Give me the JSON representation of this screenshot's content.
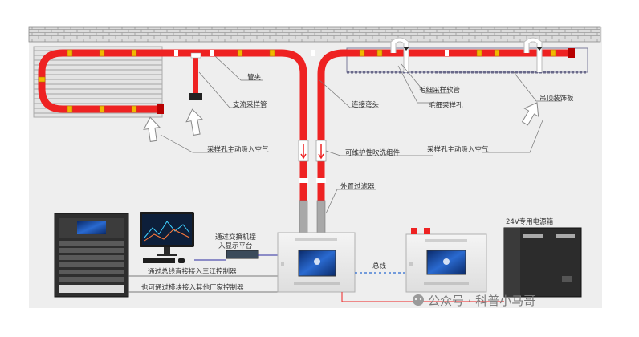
{
  "labels": {
    "pipe_clamp": "管夹",
    "branch_pipe": "支流采样管",
    "connect_elbow": "连接弯头",
    "capillary_hose": "毛细采样软管",
    "capillary_hole": "毛细采样孔",
    "ceiling_board": "吊顶装饰板",
    "active_suction_left": "采样孔主动吸入空气",
    "active_suction_right": "采样孔主动吸入空气",
    "purge_part": "可维护性吹洗组件",
    "ext_filter": "外置过滤器",
    "switch_platform_1": "通过交换机接",
    "switch_platform_2": "入显示平台",
    "bus_direct": "通过总线直接接入三江控制器",
    "module_other": "也可通过模块接入其他厂家控制器",
    "bus": "总线",
    "power_box": "24V专用电源箱",
    "watermark": "公众号 · 科普小马哥"
  },
  "colors": {
    "pipe_red": "#ee2222",
    "wall": "#d8d8d8",
    "leader": "#777777"
  },
  "icons": {
    "arrow": "hollow-up-arrow",
    "sampling_hole": "sampling-hole-marker",
    "wechat": "wechat-icon"
  }
}
